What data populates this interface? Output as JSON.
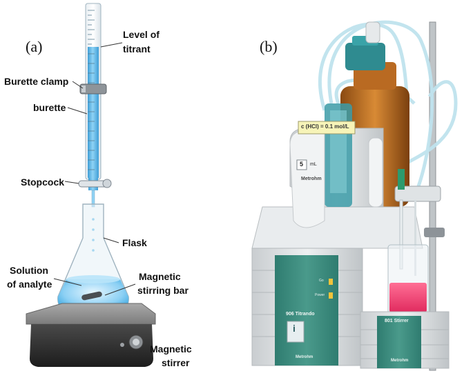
{
  "panel_a": {
    "tag": "(a)",
    "labels": {
      "level_of_titrant_line1": "Level of",
      "level_of_titrant_line2": "titrant",
      "burette_clamp": "Burette clamp",
      "burette": "burette",
      "stopcock": "Stopcock",
      "flask": "Flask",
      "solution_line1": "Solution",
      "solution_line2": "of analyte",
      "stirring_bar_line1": "Magnetic",
      "stirring_bar_line2": "stirring  bar",
      "stirrer_line1": "Magnetic",
      "stirrer_line2": "stirrer"
    }
  },
  "panel_b": {
    "tag": "(b)",
    "reagent_label": "c (HCl) = 0.1 mol/L",
    "volume_label": "5",
    "volume_unit": "mL",
    "brand": "Metrohm",
    "titrator_name": "906  Titrando",
    "stirrer_name": "801  Stirrer",
    "led_labels": [
      "Go",
      "Power"
    ],
    "info_button": "i"
  },
  "colors": {
    "titrant_blue": "#5ab8e8",
    "device_teal": "#3e8c7e",
    "solution_red": "#e8366a",
    "amber_bottle": "#b8661e"
  }
}
